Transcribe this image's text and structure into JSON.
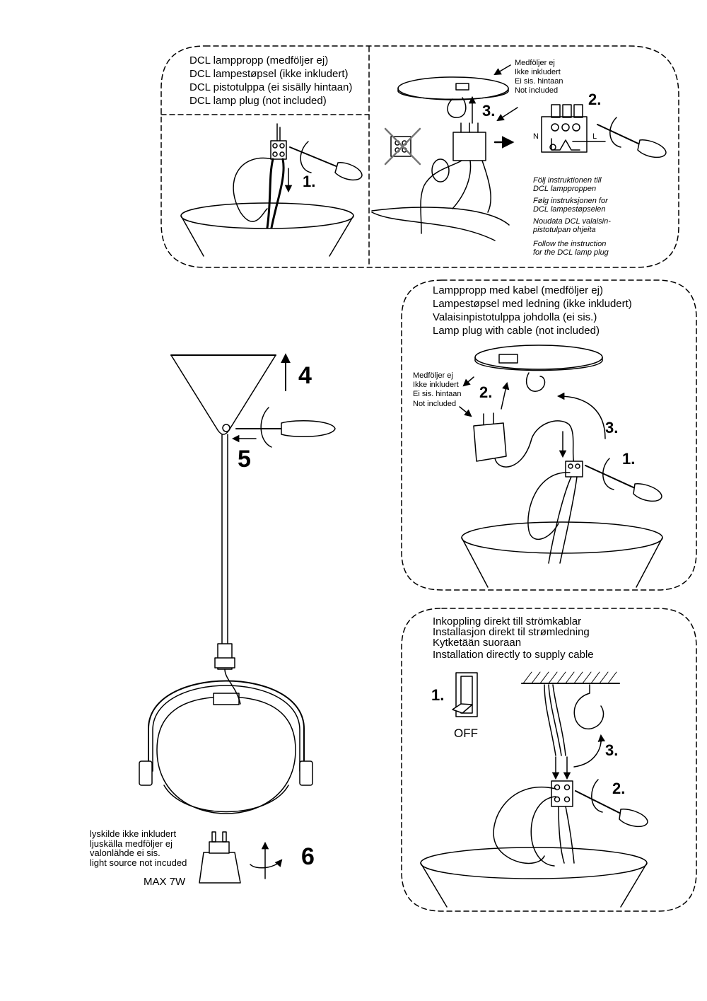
{
  "dcl_panel": {
    "heading": [
      "DCL lamppropp (medföljer ej)",
      "DCL lampestøpsel (ikke inkludert)",
      "DCL pistotulppa (ei sisälly hintaan)",
      "DCL lamp plug (not included)"
    ],
    "not_included": [
      "Medföljer ej",
      "Ikke inkludert",
      "Ei sis. hintaan",
      "Not included"
    ],
    "instructions": [
      "Följ instruktionen till",
      "DCL lampproppen",
      "Følg instruksjonen for",
      "DCL lampestøpselen",
      "Noudata DCL valaisin-",
      "pistotulpan ohjeita",
      "Follow the instruction",
      "for the DCL lamp plug"
    ],
    "step1": "1.",
    "step2": "2.",
    "step3": "3.",
    "terminal_n": "N",
    "terminal_l": "L"
  },
  "plug_panel": {
    "heading": [
      "Lamppropp med kabel (medföljer ej)",
      "Lampestøpsel med ledning (ikke inkludert)",
      "Valaisinpistotulppa johdolla (ei sis.)",
      "Lamp plug with cable (not included)"
    ],
    "not_included": [
      "Medföljer ej",
      "Ikke inkludert",
      "Ei sis. hintaan",
      "Not included"
    ],
    "step1": "1.",
    "step2": "2.",
    "step3": "3."
  },
  "direct_panel": {
    "heading": [
      "Inkoppling direkt till strömkablar",
      "Installasjon direkt til strømledning",
      "Kytketään suoraan",
      "Installation directly to supply cable"
    ],
    "switch_label": "OFF",
    "step1": "1.",
    "step2": "2.",
    "step3": "3."
  },
  "lamp": {
    "step4": "4",
    "step5": "5",
    "step6": "6",
    "light_source": [
      "lyskilde ikke inkludert",
      "ljuskälla medföljer ej",
      "valonlähde ei sis.",
      "light source not incuded"
    ],
    "max_power": "MAX 7W"
  }
}
